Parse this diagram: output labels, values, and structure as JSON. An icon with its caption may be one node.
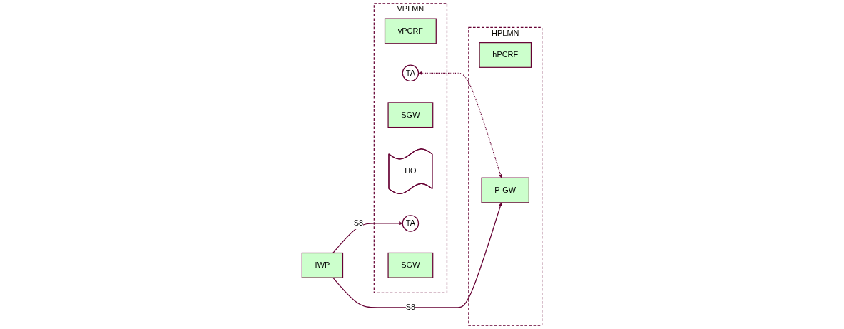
{
  "diagram": {
    "nodes": [
      {
        "text": [
          "VPLMN"
        ]
      },
      {
        "text": [
          "vPCRF"
        ],
        "in": 0
      },
      {
        "text": [
          "TA"
        ],
        "in": 0
      },
      {
        "text": [
          "SGW"
        ],
        "in": 0
      },
      {
        "text": [
          "HO"
        ],
        "in": 0
      },
      {
        "text": [
          "TA"
        ],
        "in": 0
      },
      {
        "text": [
          "SGW"
        ],
        "in": 0
      },
      {
        "text": [
          "IWP"
        ]
      },
      {
        "text": [
          "HPLMN"
        ]
      },
      {
        "text": [
          "hPCRF"
        ],
        "in": 8
      },
      {
        "text": [
          "P-GW"
        ],
        "in": 8
      }
    ],
    "edges": [
      {
        "from": 2,
        "to": 10,
        "arrow": "both",
        "style": "dashed"
      },
      {
        "from": 7,
        "to": 5,
        "arrow": "to",
        "label": "S8"
      },
      {
        "from": 7,
        "to": 10,
        "arrow": "to",
        "label": "S8"
      }
    ]
  }
}
